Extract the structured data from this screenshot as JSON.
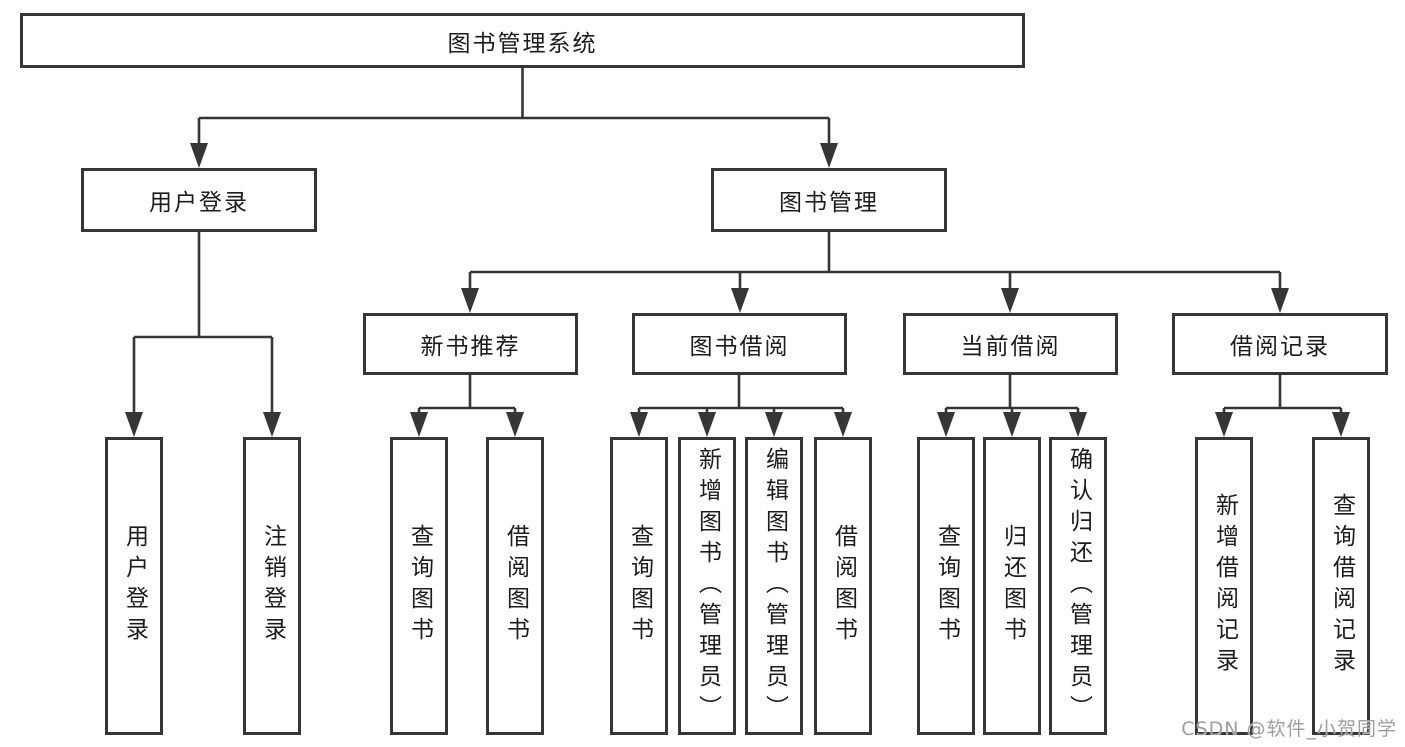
{
  "colors": {
    "line": "#363636",
    "box_border": "#363636",
    "text": "#1c1c1c",
    "background": "#ffffff",
    "watermark": "#9e9e9e"
  },
  "watermark": "CSDN @软件_小贺同学",
  "tree": {
    "label": "图书管理系统",
    "children": [
      {
        "label": "用户登录",
        "children": [
          {
            "label": "用户登录"
          },
          {
            "label": "注销登录"
          }
        ]
      },
      {
        "label": "图书管理",
        "children": [
          {
            "label": "新书推荐",
            "children": [
              {
                "label": "查询图书"
              },
              {
                "label": "借阅图书"
              }
            ]
          },
          {
            "label": "图书借阅",
            "children": [
              {
                "label": "查询图书"
              },
              {
                "label": "新增图书（管理员）"
              },
              {
                "label": "编辑图书（管理员）"
              },
              {
                "label": "借阅图书"
              }
            ]
          },
          {
            "label": "当前借阅",
            "children": [
              {
                "label": "查询图书"
              },
              {
                "label": "归还图书"
              },
              {
                "label": "确认归还（管理员）"
              }
            ]
          },
          {
            "label": "借阅记录",
            "children": [
              {
                "label": "新增借阅记录"
              },
              {
                "label": "查询借阅记录"
              }
            ]
          }
        ]
      }
    ]
  }
}
